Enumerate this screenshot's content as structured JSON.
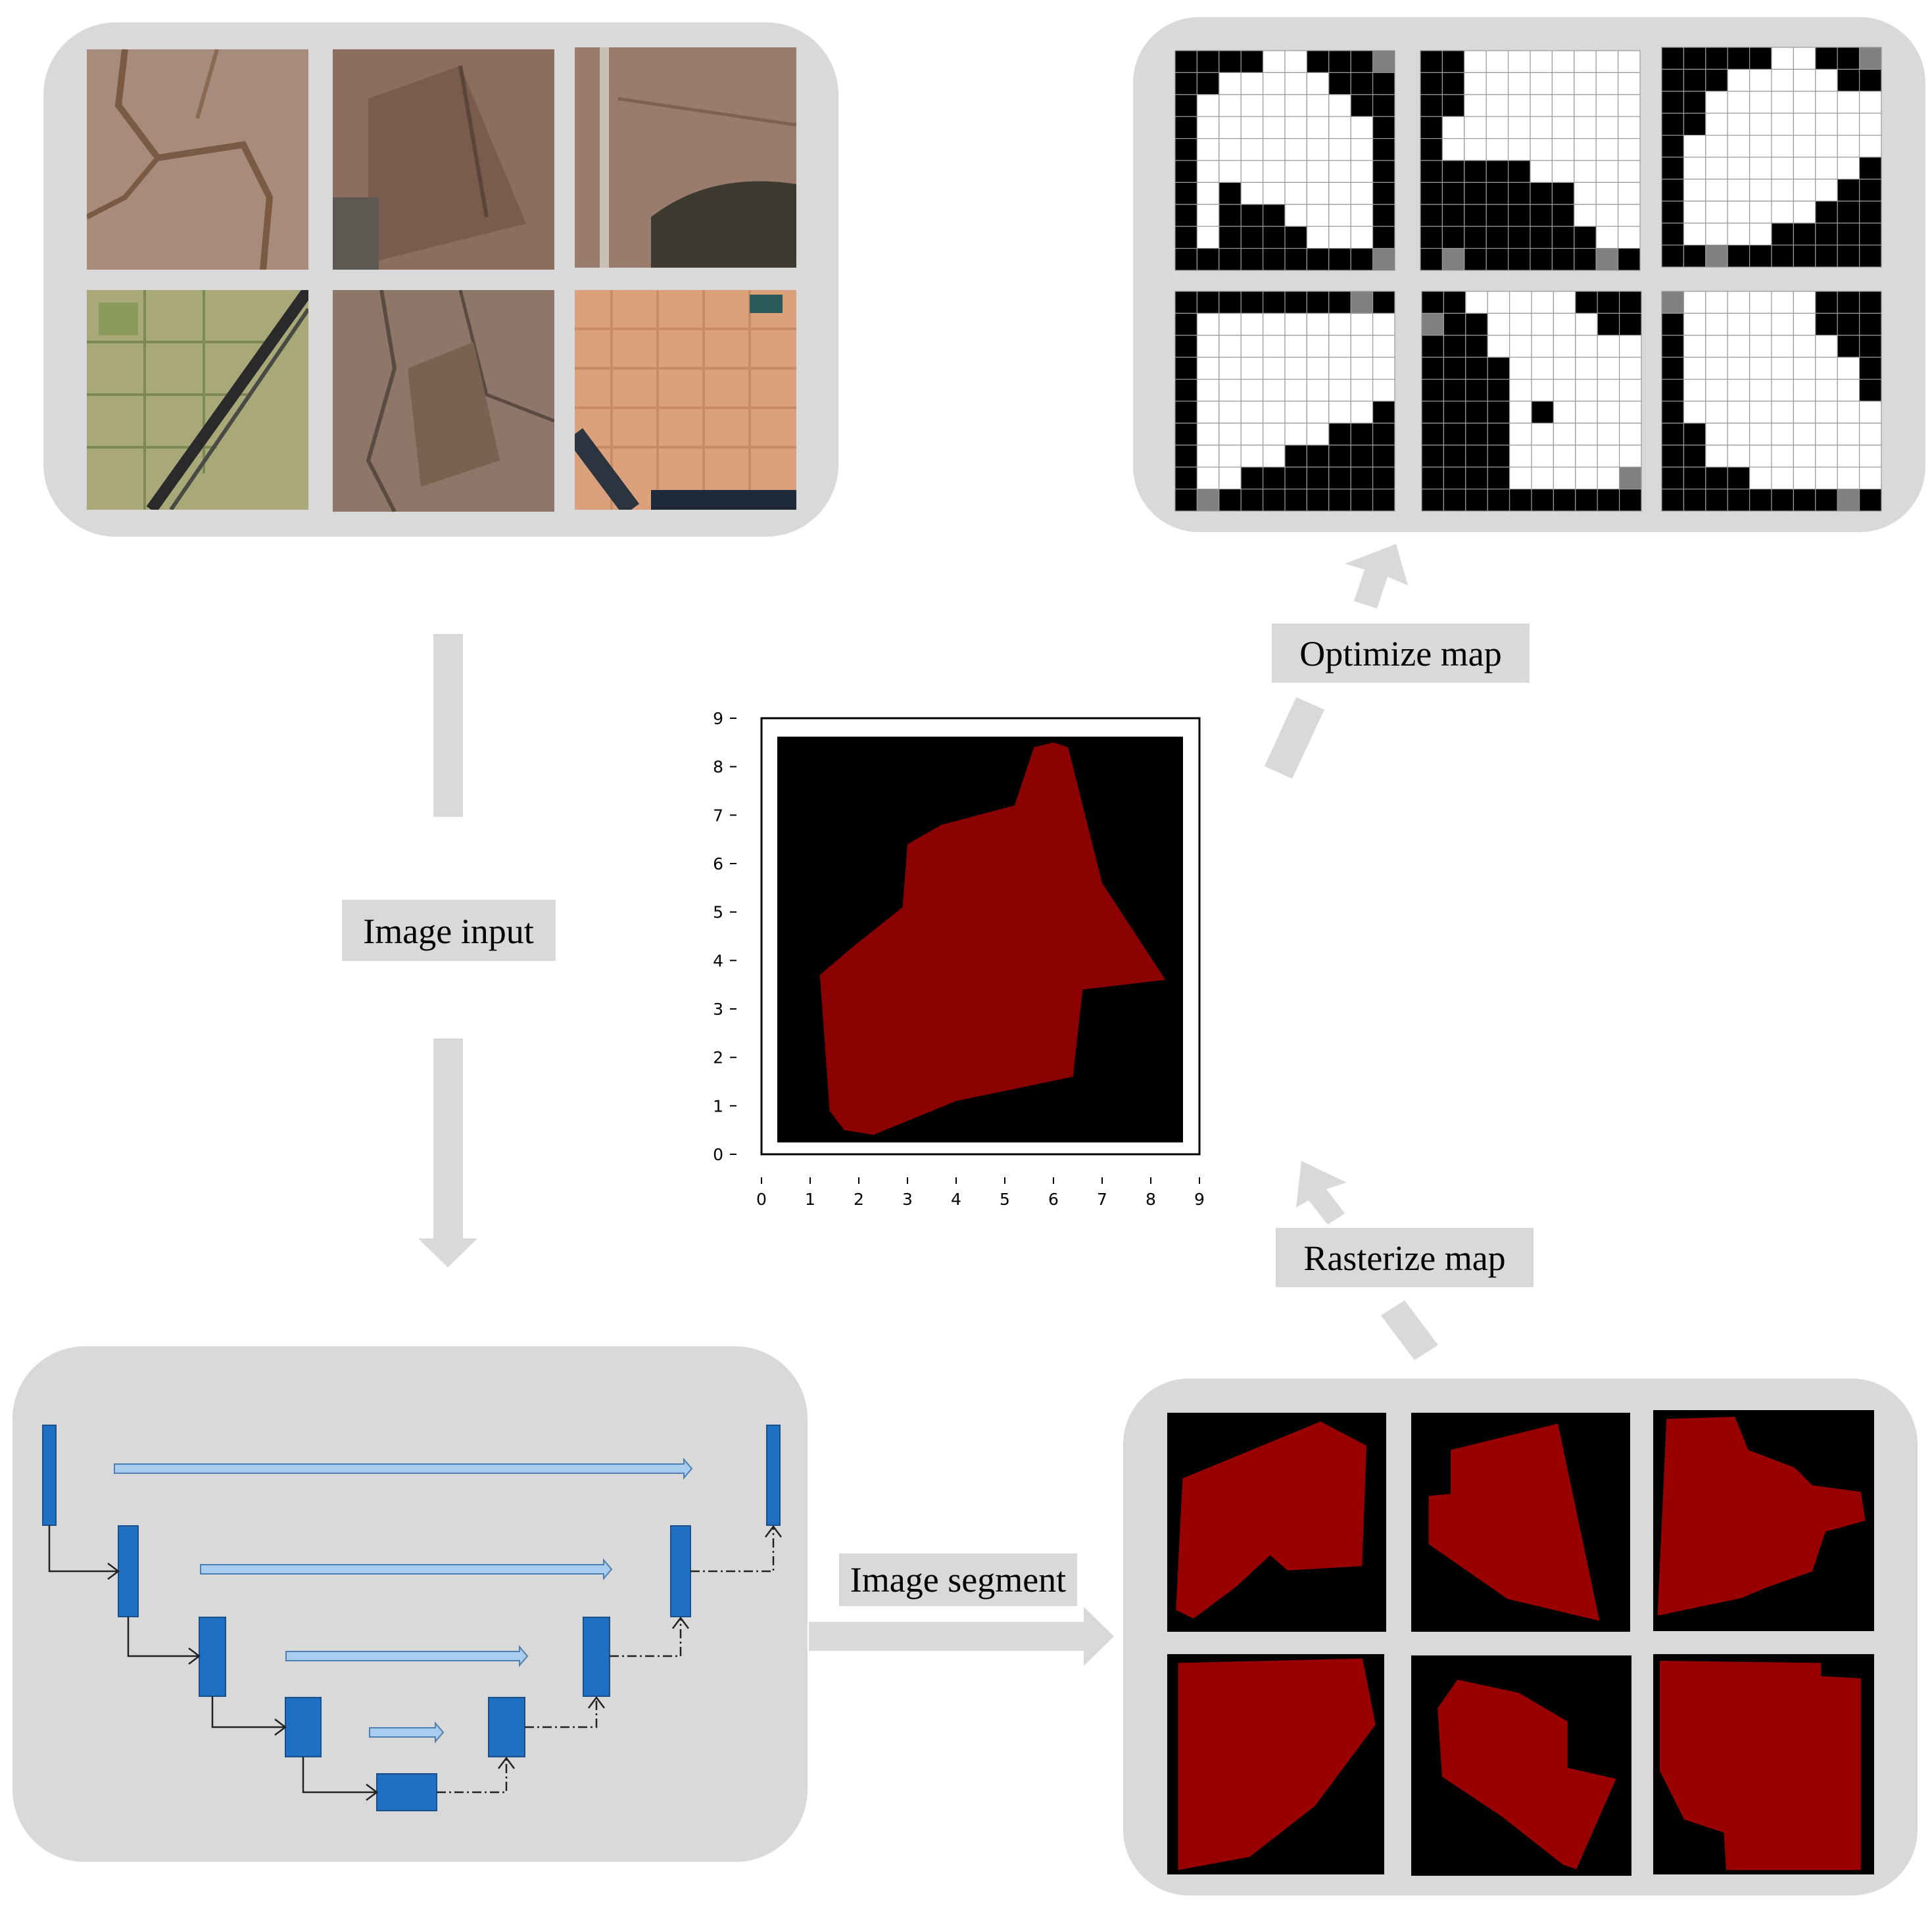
{
  "labels": {
    "image_input": "Image input",
    "image_segment": "Image segment",
    "rasterize_map": "Rasterize  map",
    "optimize_map": "Optimize map"
  },
  "chart_data": {
    "type": "heatmap",
    "title": "",
    "xlabel": "",
    "ylabel": "",
    "xlim": [
      0,
      9
    ],
    "ylim": [
      0,
      9
    ],
    "x_ticks": [
      "0",
      "1",
      "2",
      "3",
      "4",
      "5",
      "6",
      "7",
      "8",
      "9"
    ],
    "y_ticks": [
      "0",
      "1",
      "2",
      "3",
      "4",
      "5",
      "6",
      "7",
      "8",
      "9"
    ],
    "grid": false,
    "background": "#000000",
    "region_color": "#8b0000",
    "region_polygon": [
      [
        5.6,
        8.4
      ],
      [
        6.0,
        8.5
      ],
      [
        6.3,
        8.4
      ],
      [
        7.0,
        5.6
      ],
      [
        8.3,
        3.6
      ],
      [
        6.6,
        3.4
      ],
      [
        6.4,
        1.6
      ],
      [
        4.0,
        1.1
      ],
      [
        2.3,
        0.4
      ],
      [
        1.7,
        0.5
      ],
      [
        1.4,
        0.9
      ],
      [
        1.2,
        3.7
      ],
      [
        1.9,
        4.3
      ],
      [
        2.9,
        5.1
      ],
      [
        3.0,
        6.4
      ],
      [
        3.7,
        6.8
      ],
      [
        5.2,
        7.2
      ]
    ]
  },
  "colors": {
    "panel_bg": "#d9d9d9",
    "arrow": "#d9d9d9",
    "unet_block": "#1f6fc2",
    "skip_arrow": "#a9cdef",
    "mask_red": "#990000",
    "grid_black": "#000000",
    "grid_white": "#ffffff",
    "grid_gray": "#808080"
  },
  "satellite_tiles": [
    {
      "base": "#a78c7c",
      "accent": "#7a5a45"
    },
    {
      "base": "#8c6e5e",
      "accent": "#5c4438"
    },
    {
      "base": "#9a7c6c",
      "accent": "#3e3a30"
    },
    {
      "base": "#a8a878",
      "accent": "#5f7a46"
    },
    {
      "base": "#8e7668",
      "accent": "#5a4a40"
    },
    {
      "base": "#dba07c",
      "accent": "#2c3440"
    }
  ],
  "optimized_grids": [
    {
      "gray": [
        [
          10,
          0
        ],
        [
          10,
          9
        ]
      ],
      "holes": [],
      "rows": [
        "0000110000",
        "0011111000",
        "0111111100",
        "0111111110",
        "0111111110",
        "0111111110",
        "0101111110",
        "0100011110",
        "0100001110",
        "0000000000"
      ]
    },
    {
      "gray": [
        [
          1,
          9
        ],
        [
          8,
          9
        ]
      ],
      "holes": [],
      "rows": [
        "0011111111",
        "0011111111",
        "0011111111",
        "0111111111",
        "0111111111",
        "0000011111",
        "0000000111",
        "0000000111",
        "0000000011",
        "0000000000"
      ]
    },
    {
      "gray": [
        [
          2,
          9
        ],
        [
          9,
          0
        ]
      ],
      "holes": [],
      "rows": [
        "0000011000",
        "0001111100",
        "0011111111",
        "0011111111",
        "0111111111",
        "0111111110",
        "0111111100",
        "0111111000",
        "0111100000",
        "0000000000"
      ]
    },
    {
      "gray": [
        [
          1,
          9
        ],
        [
          8,
          0
        ]
      ],
      "holes": [],
      "rows": [
        "0000000000",
        "0111111111",
        "0111111111",
        "0111111111",
        "0111111111",
        "0111111110",
        "0111111000",
        "0111100000",
        "0110000000",
        "0000000000"
      ]
    },
    {
      "gray": [
        [
          0,
          1
        ],
        [
          9,
          8
        ]
      ],
      "holes": [
        [
          5,
          5
        ]
      ],
      "rows": [
        "0011111000",
        "0001111100",
        "0001111111",
        "0000111111",
        "0000111111",
        "0000111111",
        "0000111111",
        "0000111111",
        "0000111110",
        "0000000000"
      ]
    },
    {
      "gray": [
        [
          0,
          0
        ],
        [
          8,
          9
        ]
      ],
      "holes": [],
      "rows": [
        "0111111000",
        "0111111000",
        "0111111100",
        "0111111110",
        "0111111110",
        "0111111111",
        "0011111111",
        "0011111111",
        "0000111111",
        "0000000000"
      ]
    }
  ],
  "segment_masks": [
    [
      [
        0.07,
        0.3
      ],
      [
        0.7,
        0.04
      ],
      [
        0.91,
        0.15
      ],
      [
        0.89,
        0.7
      ],
      [
        0.55,
        0.72
      ],
      [
        0.47,
        0.65
      ],
      [
        0.32,
        0.79
      ],
      [
        0.12,
        0.94
      ],
      [
        0.04,
        0.9
      ]
    ],
    [
      [
        0.18,
        0.17
      ],
      [
        0.67,
        0.05
      ],
      [
        0.86,
        0.95
      ],
      [
        0.44,
        0.85
      ],
      [
        0.08,
        0.6
      ],
      [
        0.08,
        0.38
      ],
      [
        0.18,
        0.37
      ]
    ],
    [
      [
        0.06,
        0.04
      ],
      [
        0.37,
        0.03
      ],
      [
        0.43,
        0.18
      ],
      [
        0.64,
        0.26
      ],
      [
        0.72,
        0.34
      ],
      [
        0.94,
        0.37
      ],
      [
        0.96,
        0.5
      ],
      [
        0.78,
        0.55
      ],
      [
        0.72,
        0.73
      ],
      [
        0.52,
        0.8
      ],
      [
        0.4,
        0.85
      ],
      [
        0.02,
        0.93
      ]
    ],
    [
      [
        0.05,
        0.04
      ],
      [
        0.9,
        0.02
      ],
      [
        0.96,
        0.32
      ],
      [
        0.68,
        0.69
      ],
      [
        0.38,
        0.92
      ],
      [
        0.05,
        0.98
      ]
    ],
    [
      [
        0.21,
        0.11
      ],
      [
        0.49,
        0.17
      ],
      [
        0.71,
        0.3
      ],
      [
        0.71,
        0.51
      ],
      [
        0.93,
        0.56
      ],
      [
        0.75,
        0.97
      ],
      [
        0.69,
        0.95
      ],
      [
        0.41,
        0.73
      ],
      [
        0.14,
        0.55
      ],
      [
        0.12,
        0.24
      ]
    ],
    [
      [
        0.03,
        0.03
      ],
      [
        0.76,
        0.04
      ],
      [
        0.76,
        0.1
      ],
      [
        0.94,
        0.11
      ],
      [
        0.94,
        0.98
      ],
      [
        0.33,
        0.98
      ],
      [
        0.32,
        0.81
      ],
      [
        0.14,
        0.75
      ],
      [
        0.03,
        0.53
      ]
    ]
  ]
}
